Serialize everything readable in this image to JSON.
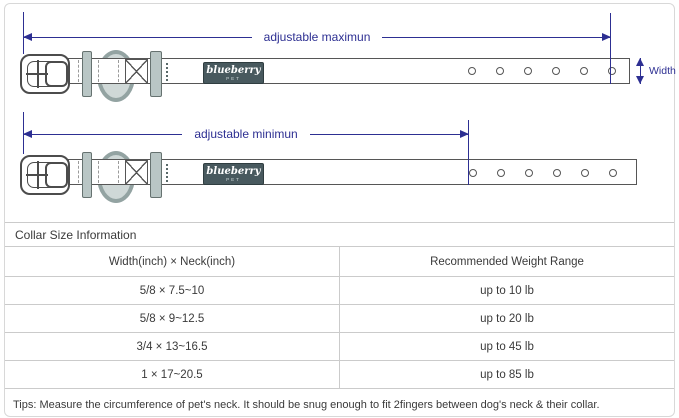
{
  "diagram": {
    "max_label": "adjustable maximun",
    "min_label": "adjustable minimun",
    "width_label": "Width",
    "brand": {
      "name": "blueberry",
      "sub": "PET"
    },
    "hole_count": 6,
    "colors": {
      "accent": "#2d2f92",
      "brand_label_bg": "#48595e",
      "hardware_band": "#b9c6c5",
      "outline": "#565656"
    }
  },
  "table": {
    "title": "Collar Size Information",
    "columns": {
      "size": "Width(inch)  ×  Neck(inch)",
      "weight": "Recommended Weight Range"
    },
    "rows": [
      {
        "size": "5/8 × 7.5~10",
        "weight": "up to 10 lb"
      },
      {
        "size": "5/8 × 9~12.5",
        "weight": "up to 20 lb"
      },
      {
        "size": "3/4 × 13~16.5",
        "weight": "up to 45 lb"
      },
      {
        "size": "1 × 17~20.5",
        "weight": "up to 85 lb"
      }
    ],
    "tips": "Tips: Measure the circumference of pet's neck. It should be snug enough to fit 2fingers between dog's neck & their collar."
  }
}
